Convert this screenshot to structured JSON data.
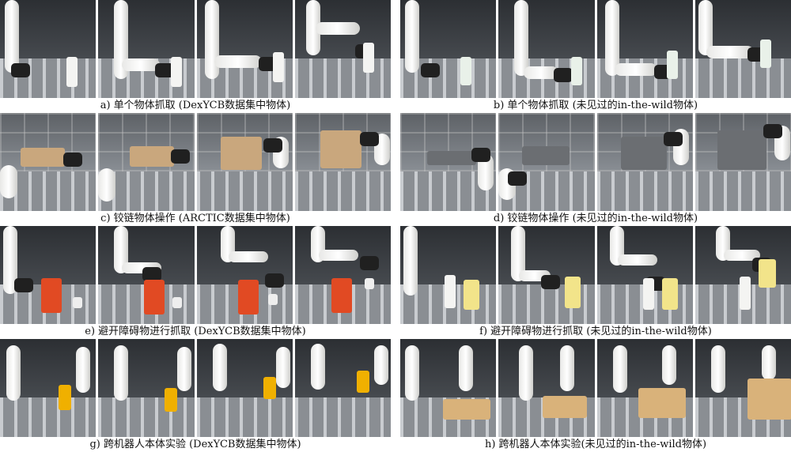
{
  "panels": [
    {
      "id": "a",
      "caption": "a) 单个物体抓取 (DexYCB数据集中物体)",
      "scene": "grasp",
      "object_color": "#f4f4f2"
    },
    {
      "id": "b",
      "caption": "b) 单个物体抓取 (未见过的in-the-wild物体)",
      "scene": "grasp",
      "object_color": "#e9f1e9"
    },
    {
      "id": "c",
      "caption": "c) 铰链物体操作 (ARCTIC数据集中物体)",
      "scene": "articulated",
      "object_color": "#c9a77d"
    },
    {
      "id": "d",
      "caption": "d) 铰链物体操作 (未见过的in-the-wild物体)",
      "scene": "articulated",
      "object_color": "#6b6e72"
    },
    {
      "id": "e",
      "caption": "e) 避开障碍物进行抓取 (DexYCB数据集中物体)",
      "scene": "obstacle",
      "object_color": "#e14a23"
    },
    {
      "id": "f",
      "caption": "f) 避开障碍物进行抓取 (未见过的in-the-wild物体)",
      "scene": "obstacle",
      "object_color": "#f2e48a"
    },
    {
      "id": "g",
      "caption": "g) 跨机器人本体实验 (DexYCB数据集中物体)",
      "scene": "cross",
      "object_color": "#f0b000"
    },
    {
      "id": "h",
      "caption": "h) 跨机器人本体实验(未见过的in-the-wild物体)",
      "scene": "cross",
      "object_color": "#d9b27a"
    }
  ]
}
